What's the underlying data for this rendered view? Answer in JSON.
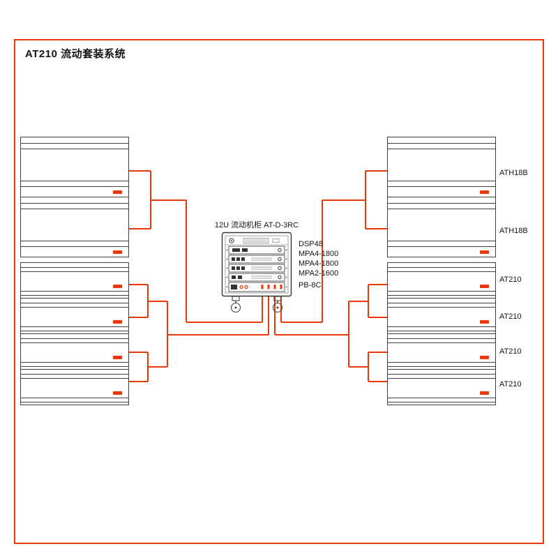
{
  "page": {
    "title": "AT210 流动套装系统"
  },
  "colors": {
    "accent_red": "#e8380c",
    "line_dark": "#3f3f3f"
  },
  "rack": {
    "title": "12U 流动机柜 AT-D-3RC",
    "units": [
      {
        "label": "DSP48"
      },
      {
        "label": "MPA4-1800"
      },
      {
        "label": "MPA4-1800"
      },
      {
        "label": "MPA2-1600"
      },
      {
        "label": "PB-8C"
      }
    ]
  },
  "speakers": {
    "right_top": [
      {
        "label": "ATH18B"
      },
      {
        "label": "ATH18B"
      }
    ],
    "right_bottom": [
      {
        "label": "AT210"
      },
      {
        "label": "AT210"
      },
      {
        "label": "AT210"
      },
      {
        "label": "AT210"
      }
    ]
  },
  "icons": {
    "brand_badge": "brand-badge",
    "caster": "caster-icon",
    "logo": "logo-icon"
  }
}
